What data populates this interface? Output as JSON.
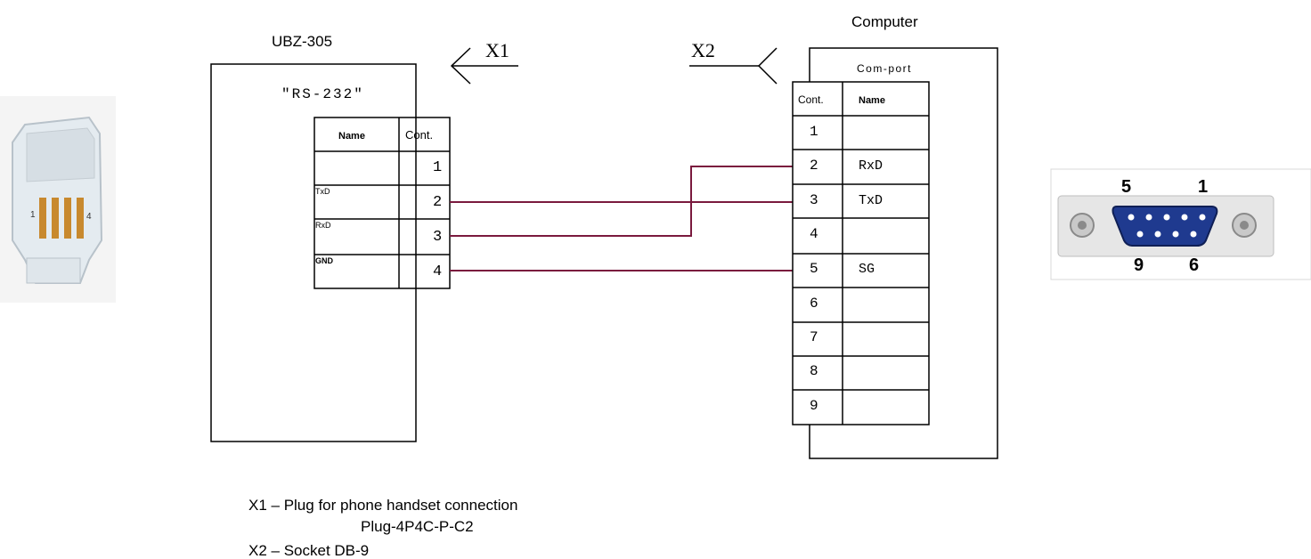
{
  "device": {
    "name": "UBZ-305",
    "port_label": "\"RS-232\"",
    "table_header": {
      "name": "Name",
      "cont": "Cont."
    },
    "rows": [
      {
        "name": "",
        "cont": "1"
      },
      {
        "name": "TxD",
        "cont": "2"
      },
      {
        "name": "RxD",
        "cont": "3"
      },
      {
        "name": "GND",
        "cont": "4"
      }
    ]
  },
  "computer": {
    "title": "Computer",
    "port_label": "Com-port",
    "table_header": {
      "cont": "Cont.",
      "name": "Name"
    },
    "rows": [
      {
        "cont": "1",
        "name": ""
      },
      {
        "cont": "2",
        "name": "RxD"
      },
      {
        "cont": "3",
        "name": "TxD"
      },
      {
        "cont": "4",
        "name": ""
      },
      {
        "cont": "5",
        "name": "SG"
      },
      {
        "cont": "6",
        "name": ""
      },
      {
        "cont": "7",
        "name": ""
      },
      {
        "cont": "8",
        "name": ""
      },
      {
        "cont": "9",
        "name": ""
      }
    ]
  },
  "connectors": {
    "x1": "X1",
    "x2": "X2"
  },
  "rj_plug": {
    "left_pin": "1",
    "right_pin": "4"
  },
  "db9": {
    "top_left": "5",
    "top_right": "1",
    "bottom_left": "9",
    "bottom_right": "6"
  },
  "legend": {
    "line1": "X1 – Plug for phone handset connection",
    "line2": "Plug-4P4C-P-C2",
    "line3": "X2 – Socket DB-9"
  },
  "colors": {
    "wire": "#7a1a3e",
    "db9_body": "#1f3a8f"
  }
}
